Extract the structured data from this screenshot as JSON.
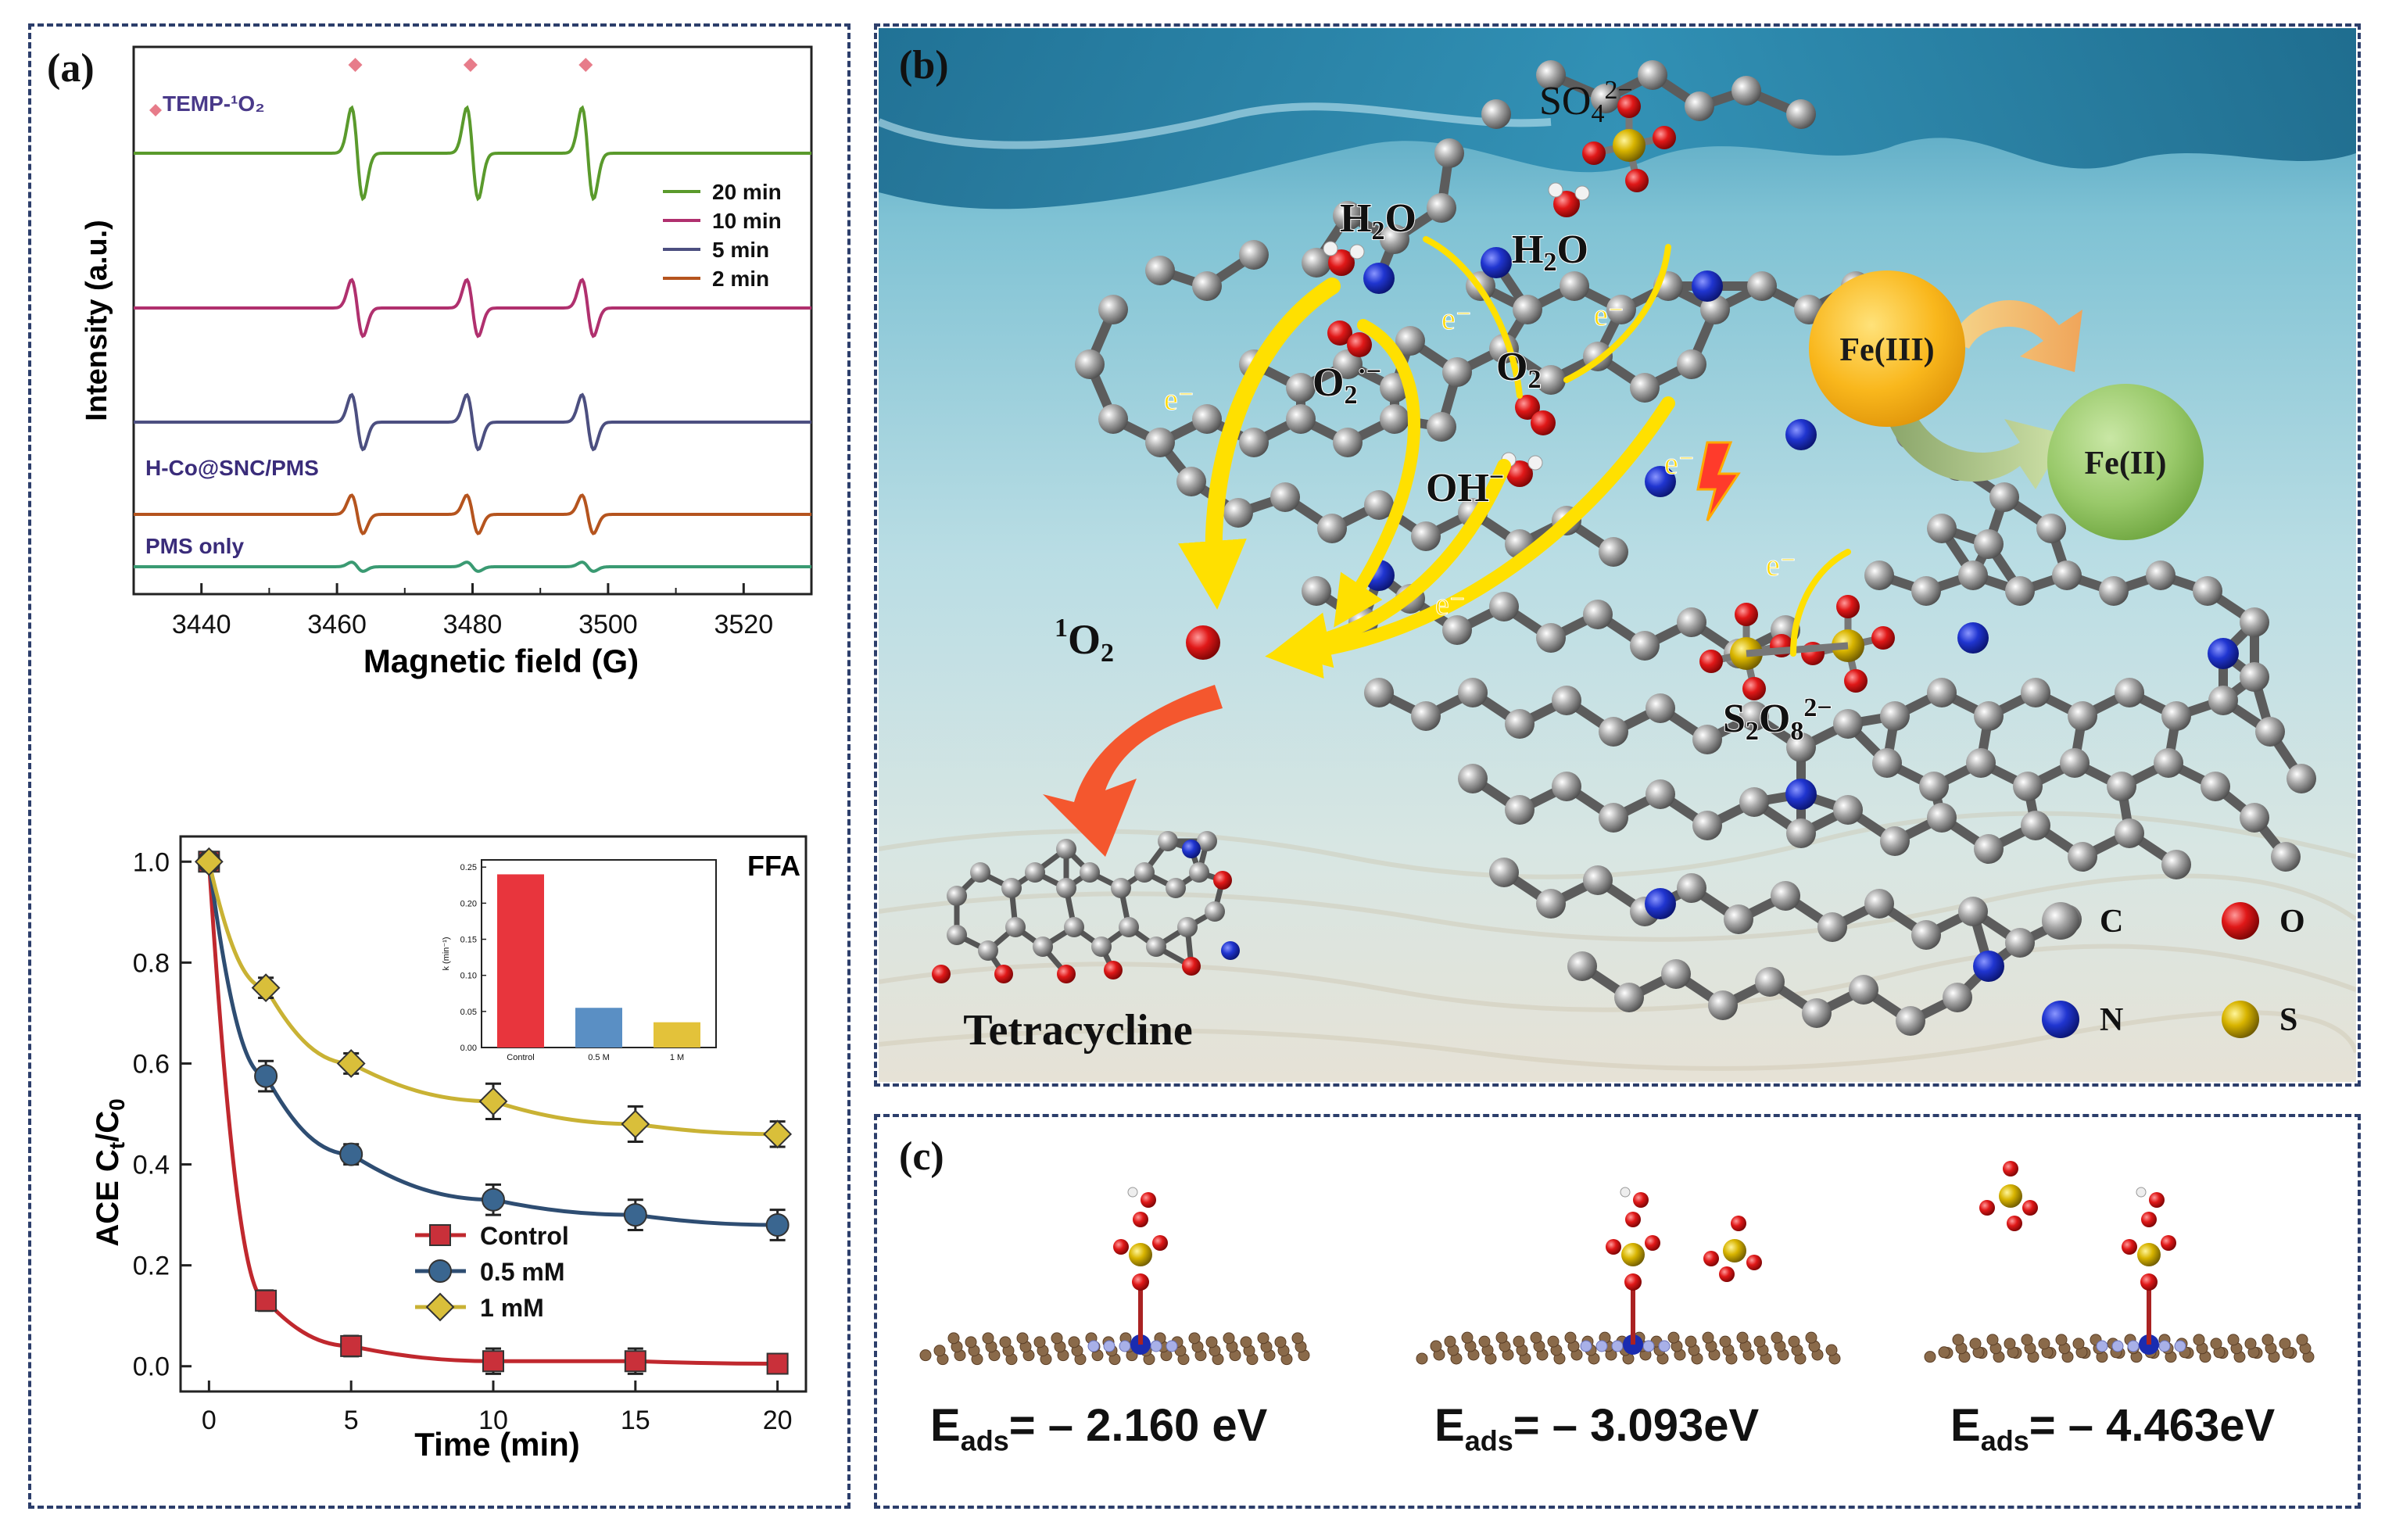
{
  "panel_labels": {
    "a": "(a)",
    "b": "(b)",
    "c": "(c)"
  },
  "chart_data": [
    {
      "type": "line",
      "subtype": "epr-spectrum",
      "xlabel": "Magnetic field (G)",
      "ylabel": "Intensity (a.u.)",
      "xlim": [
        3430,
        3530
      ],
      "xticks": [
        3440,
        3460,
        3480,
        3500,
        3520
      ],
      "peak_marker_label": "TEMP-¹O₂",
      "peak_positions": [
        3463,
        3480,
        3497
      ],
      "annotations": [
        "H-Co@SNC/PMS",
        "PMS only"
      ],
      "legend": {
        "placement": "right",
        "entries": [
          "20 min",
          "10 min",
          "5 min",
          "2 min"
        ]
      },
      "series": [
        {
          "name": "20 min",
          "color": "#5a9a2c",
          "relative_amplitude": 1.0
        },
        {
          "name": "10 min",
          "color": "#b0306e",
          "relative_amplitude": 0.62
        },
        {
          "name": "5 min",
          "color": "#4c4f80",
          "relative_amplitude": 0.6
        },
        {
          "name": "2 min",
          "color": "#b5541e",
          "relative_amplitude": 0.42
        },
        {
          "name": "PMS only",
          "color": "#3a9a72",
          "relative_amplitude": 0.1
        }
      ]
    },
    {
      "type": "line",
      "title": "FFA",
      "xlabel": "Time (min)",
      "ylabel": "ACE Ct/C0",
      "xlim": [
        -1,
        21
      ],
      "ylim": [
        -0.05,
        1.05
      ],
      "xticks": [
        0,
        5,
        10,
        15,
        20
      ],
      "yticks": [
        0.0,
        0.2,
        0.4,
        0.6,
        0.8,
        1.0
      ],
      "x": [
        0,
        2,
        5,
        10,
        15,
        20
      ],
      "legend": {
        "placement": "bottom-center"
      },
      "series": [
        {
          "name": "Control",
          "color": "#c0282e",
          "marker": "square",
          "values": [
            1.0,
            0.13,
            0.04,
            0.01,
            0.01,
            0.005
          ],
          "errors": [
            0,
            0.02,
            0.02,
            0.025,
            0.025,
            0.01
          ]
        },
        {
          "name": "0.5 mM",
          "color": "#2e4d72",
          "marker": "circle",
          "values": [
            1.0,
            0.575,
            0.42,
            0.33,
            0.3,
            0.28
          ],
          "errors": [
            0,
            0.03,
            0.02,
            0.03,
            0.03,
            0.03
          ]
        },
        {
          "name": "1 mM",
          "color": "#c9b234",
          "marker": "diamond",
          "values": [
            1.0,
            0.75,
            0.6,
            0.525,
            0.48,
            0.46
          ],
          "errors": [
            0,
            0.02,
            0.02,
            0.035,
            0.035,
            0.025
          ]
        }
      ],
      "inset": {
        "type": "bar",
        "ylabel": "k (min⁻¹)",
        "ylim": [
          0,
          0.26
        ],
        "yticks": [
          0.0,
          0.05,
          0.1,
          0.15,
          0.2,
          0.25
        ],
        "categories": [
          "Control",
          "0.5 M",
          "1 M"
        ],
        "values": [
          0.24,
          0.055,
          0.035
        ],
        "colors": [
          "#e8353d",
          "#5a8fc4",
          "#e3c23a"
        ]
      }
    }
  ],
  "diagram_b": {
    "species": {
      "so4": "SO₄²⁻",
      "h2o_left": "H₂O",
      "h2o_right": "H₂O",
      "o2_radical": "O₂·⁻",
      "o2": "O₂",
      "oh": "OH⁻",
      "singlet_o2": "¹O₂",
      "s2o8": "S₂O₈²⁻",
      "tetracycline": "Tetracycline"
    },
    "electron_label": "e⁻",
    "fe3": "Fe(III)",
    "fe2": "Fe(II)",
    "legend": [
      {
        "label": "C",
        "color": "#555555"
      },
      {
        "label": "O",
        "color": "#dd1111"
      },
      {
        "label": "N",
        "color": "#1a2cb0"
      },
      {
        "label": "S",
        "color": "#c9a800"
      }
    ]
  },
  "panel_c": {
    "values": [
      "– 2.160 eV",
      "– 3.093eV",
      "– 4.463eV"
    ],
    "e_symbol": "E",
    "e_sub": "ads",
    "equals": "="
  }
}
